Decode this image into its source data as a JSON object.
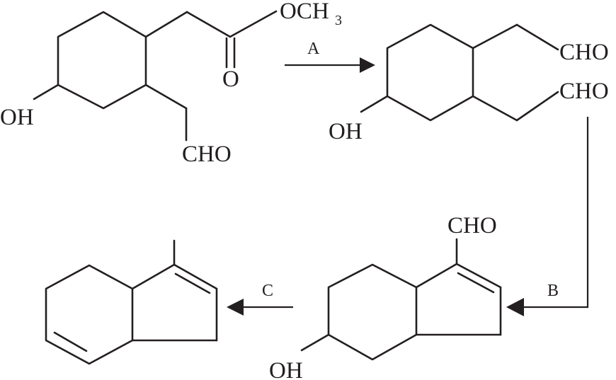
{
  "compound1": {
    "ester_group": "OCH",
    "ester_subscript": "3",
    "carbonyl_o": "O",
    "hydroxyl": "OH",
    "aldehyde": "CHO"
  },
  "compound2": {
    "aldehyde_top": "CHO",
    "aldehyde_bottom": "CHO",
    "hydroxyl": "OH"
  },
  "compound3": {
    "aldehyde": "CHO",
    "hydroxyl": "OH"
  },
  "reactions": {
    "step_a": "A",
    "step_b": "B",
    "step_c": "C"
  },
  "colors": {
    "ink": "#231f20",
    "background": "#ffffff"
  }
}
